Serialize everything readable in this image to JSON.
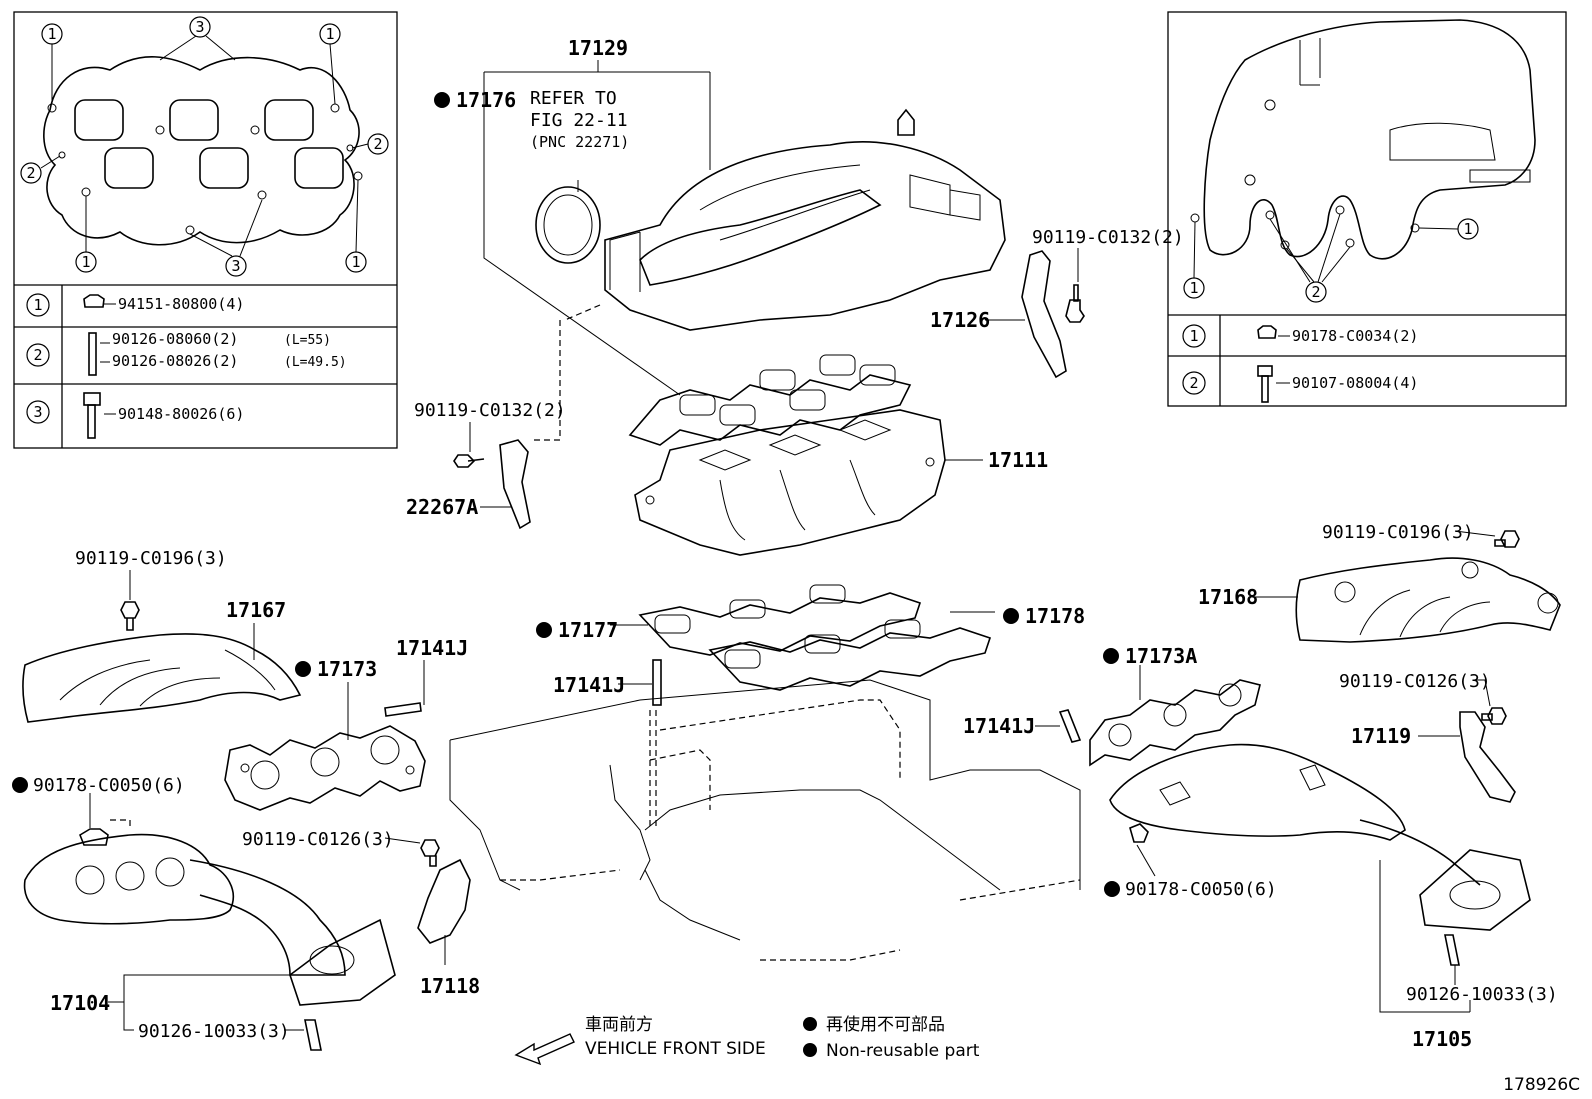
{
  "figure_code": "178926C",
  "callouts": {
    "p17129": "17129",
    "refer_line1": "REFER TO",
    "refer_line2": "FIG 22-11",
    "refer_line3": "(PNC 22271)",
    "p17176": "17176",
    "p90119_c0132_top": "90119-C0132(2)",
    "p17126": "17126",
    "p90119_c0132_left": "90119-C0132(2)",
    "p22267a": "22267A",
    "p17111": "17111",
    "p90119_c0196_left": "90119-C0196(3)",
    "p17167": "17167",
    "p17173": "17173",
    "p17141j_a": "17141J",
    "p17177": "17177",
    "p17178": "17178",
    "p17141j_b": "17141J",
    "p90178_c0050_left": "90178-C0050(6)",
    "p90119_c0126_left": "90119-C0126(3)",
    "p17118": "17118",
    "p17104": "17104",
    "p90126_10033_left": "90126-10033(3)",
    "p90119_c0196_right": "90119-C0196(3)",
    "p17168": "17168",
    "p17173a": "17173A",
    "p90119_c0126_right": "90119-C0126(3)",
    "p17141j_c": "17141J",
    "p17119": "17119",
    "p90178_c0050_right": "90178-C0050(6)",
    "p90126_10033_right": "90126-10033(3)",
    "p17105": "17105"
  },
  "left_inset": {
    "markers": [
      "1",
      "2",
      "3"
    ],
    "rows": [
      {
        "num": "1",
        "parts": [
          "94151-80800(4)"
        ]
      },
      {
        "num": "2",
        "parts": [
          "90126-08060(2)",
          "90126-08026(2)"
        ],
        "notes": [
          "(L=55)",
          "(L=49.5)"
        ]
      },
      {
        "num": "3",
        "parts": [
          "90148-80026(6)"
        ]
      }
    ]
  },
  "right_inset": {
    "markers": [
      "1",
      "2"
    ],
    "rows": [
      {
        "num": "1",
        "parts": [
          "90178-C0034(2)"
        ]
      },
      {
        "num": "2",
        "parts": [
          "90107-08004(4)"
        ]
      }
    ]
  },
  "legend": {
    "front_jp": "車両前方",
    "front_en": "VEHICLE FRONT SIDE",
    "nonreuse_jp": "再使用不可部品",
    "nonreuse_en": "Non-reusable part"
  }
}
